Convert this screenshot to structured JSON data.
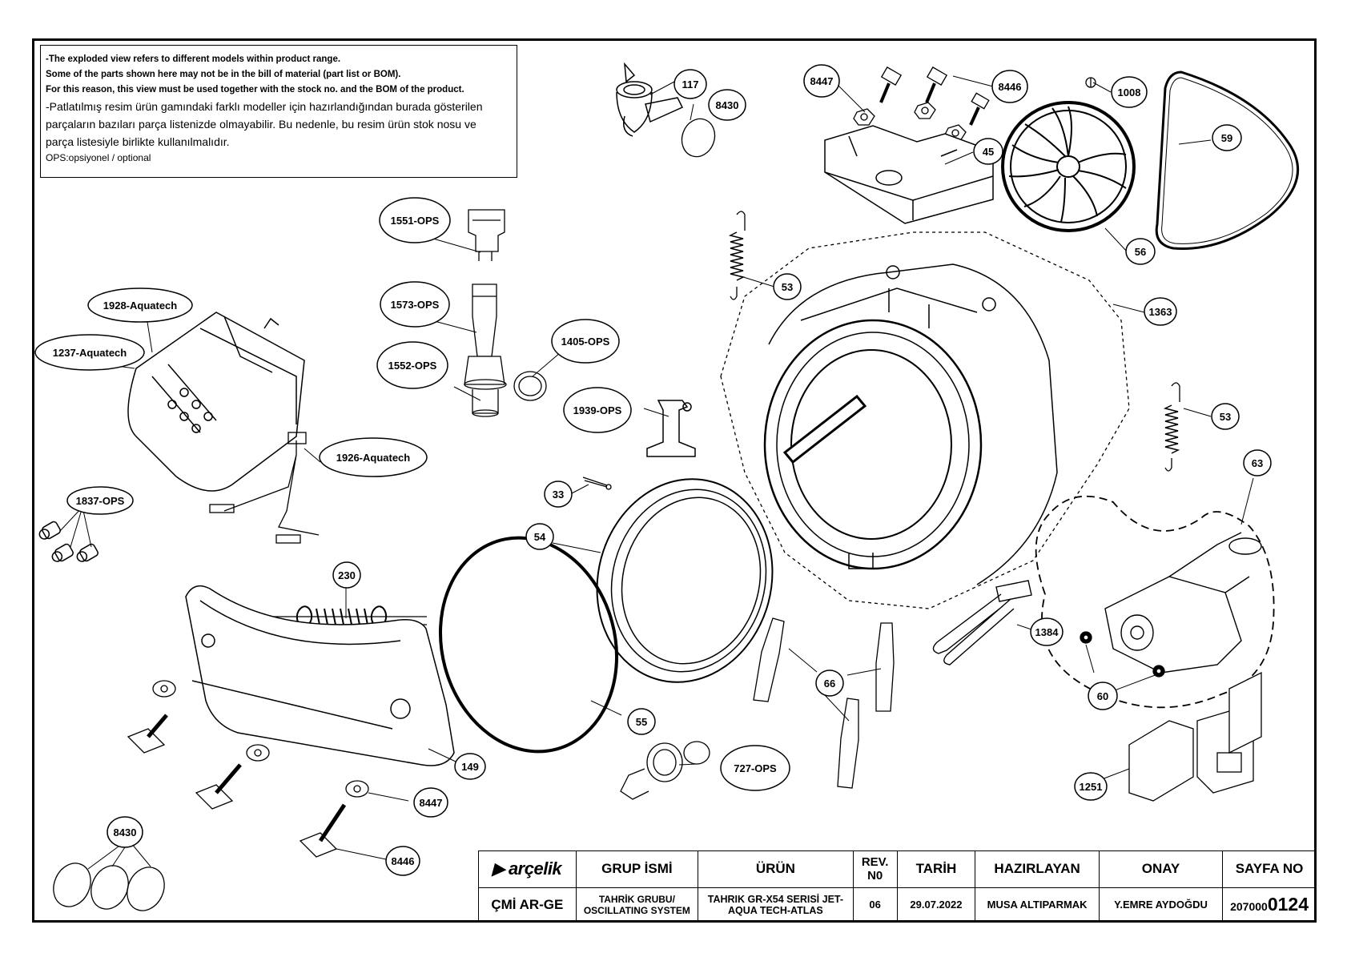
{
  "notice": {
    "line1": "-The exploded view refers to different models within product range.",
    "line2": "Some of the parts shown here may not be in the bill of material (part list or BOM).",
    "line3": "For this reason, this view must be used together with the stock no. and the BOM of the product.",
    "line4": "-Patlatılmış resim ürün gamındaki farklı modeller için hazırlandığından burada gösterilen",
    "line5": "parçaların bazıları parça listenizde olmayabilir. Bu nedenle, bu resim ürün stok nosu ve",
    "line6": "parça listesiyle birlikte kullanılmalıdır.",
    "line7": "OPS:opsiyonel / optional"
  },
  "callouts": {
    "c117": "117",
    "c8430a": "8430",
    "c8447a": "8447",
    "c8446a": "8446",
    "c1008": "1008",
    "c59": "59",
    "c45": "45",
    "c56": "56",
    "c1551": "1551-OPS",
    "c53a": "53",
    "c1363": "1363",
    "c1928": "1928-Aquatech",
    "c1573": "1573-OPS",
    "c1237": "1237-Aquatech",
    "c1405": "1405-OPS",
    "c1552": "1552-OPS",
    "c1939": "1939-OPS",
    "c53b": "53",
    "c1926": "1926-Aquatech",
    "c63": "63",
    "c1837": "1837-OPS",
    "c33": "33",
    "c54": "54",
    "c230": "230",
    "c1384": "1384",
    "c66": "66",
    "c60": "60",
    "c55": "55",
    "c149": "149",
    "c727": "727-OPS",
    "c1251": "1251",
    "c8447b": "8447",
    "c8430b": "8430",
    "c8446b": "8446"
  },
  "titleblock": {
    "logo": "arçelik",
    "grup_label": "GRUP İSMİ",
    "urun_label": "ÜRÜN",
    "rev_label": "REV. N0",
    "tarih_label": "TARİH",
    "hazirlayan_label": "HAZIRLAYAN",
    "onay_label": "ONAY",
    "sayfa_label": "SAYFA NO",
    "cmi": "ÇMİ AR-GE",
    "grup_value": "TAHRİK GRUBU/ OSCILLATING SYSTEM",
    "urun_value": "TAHRIK GR-X54 SERISİ JET-AQUA TECH-ATLAS",
    "rev_value": "06",
    "tarih_value": "29.07.2022",
    "hazirlayan_value": "MUSA ALTIPARMAK",
    "onay_value": "Y.EMRE AYDOĞDU",
    "sayfa_prefix": "207000",
    "sayfa_suffix": "0124"
  }
}
